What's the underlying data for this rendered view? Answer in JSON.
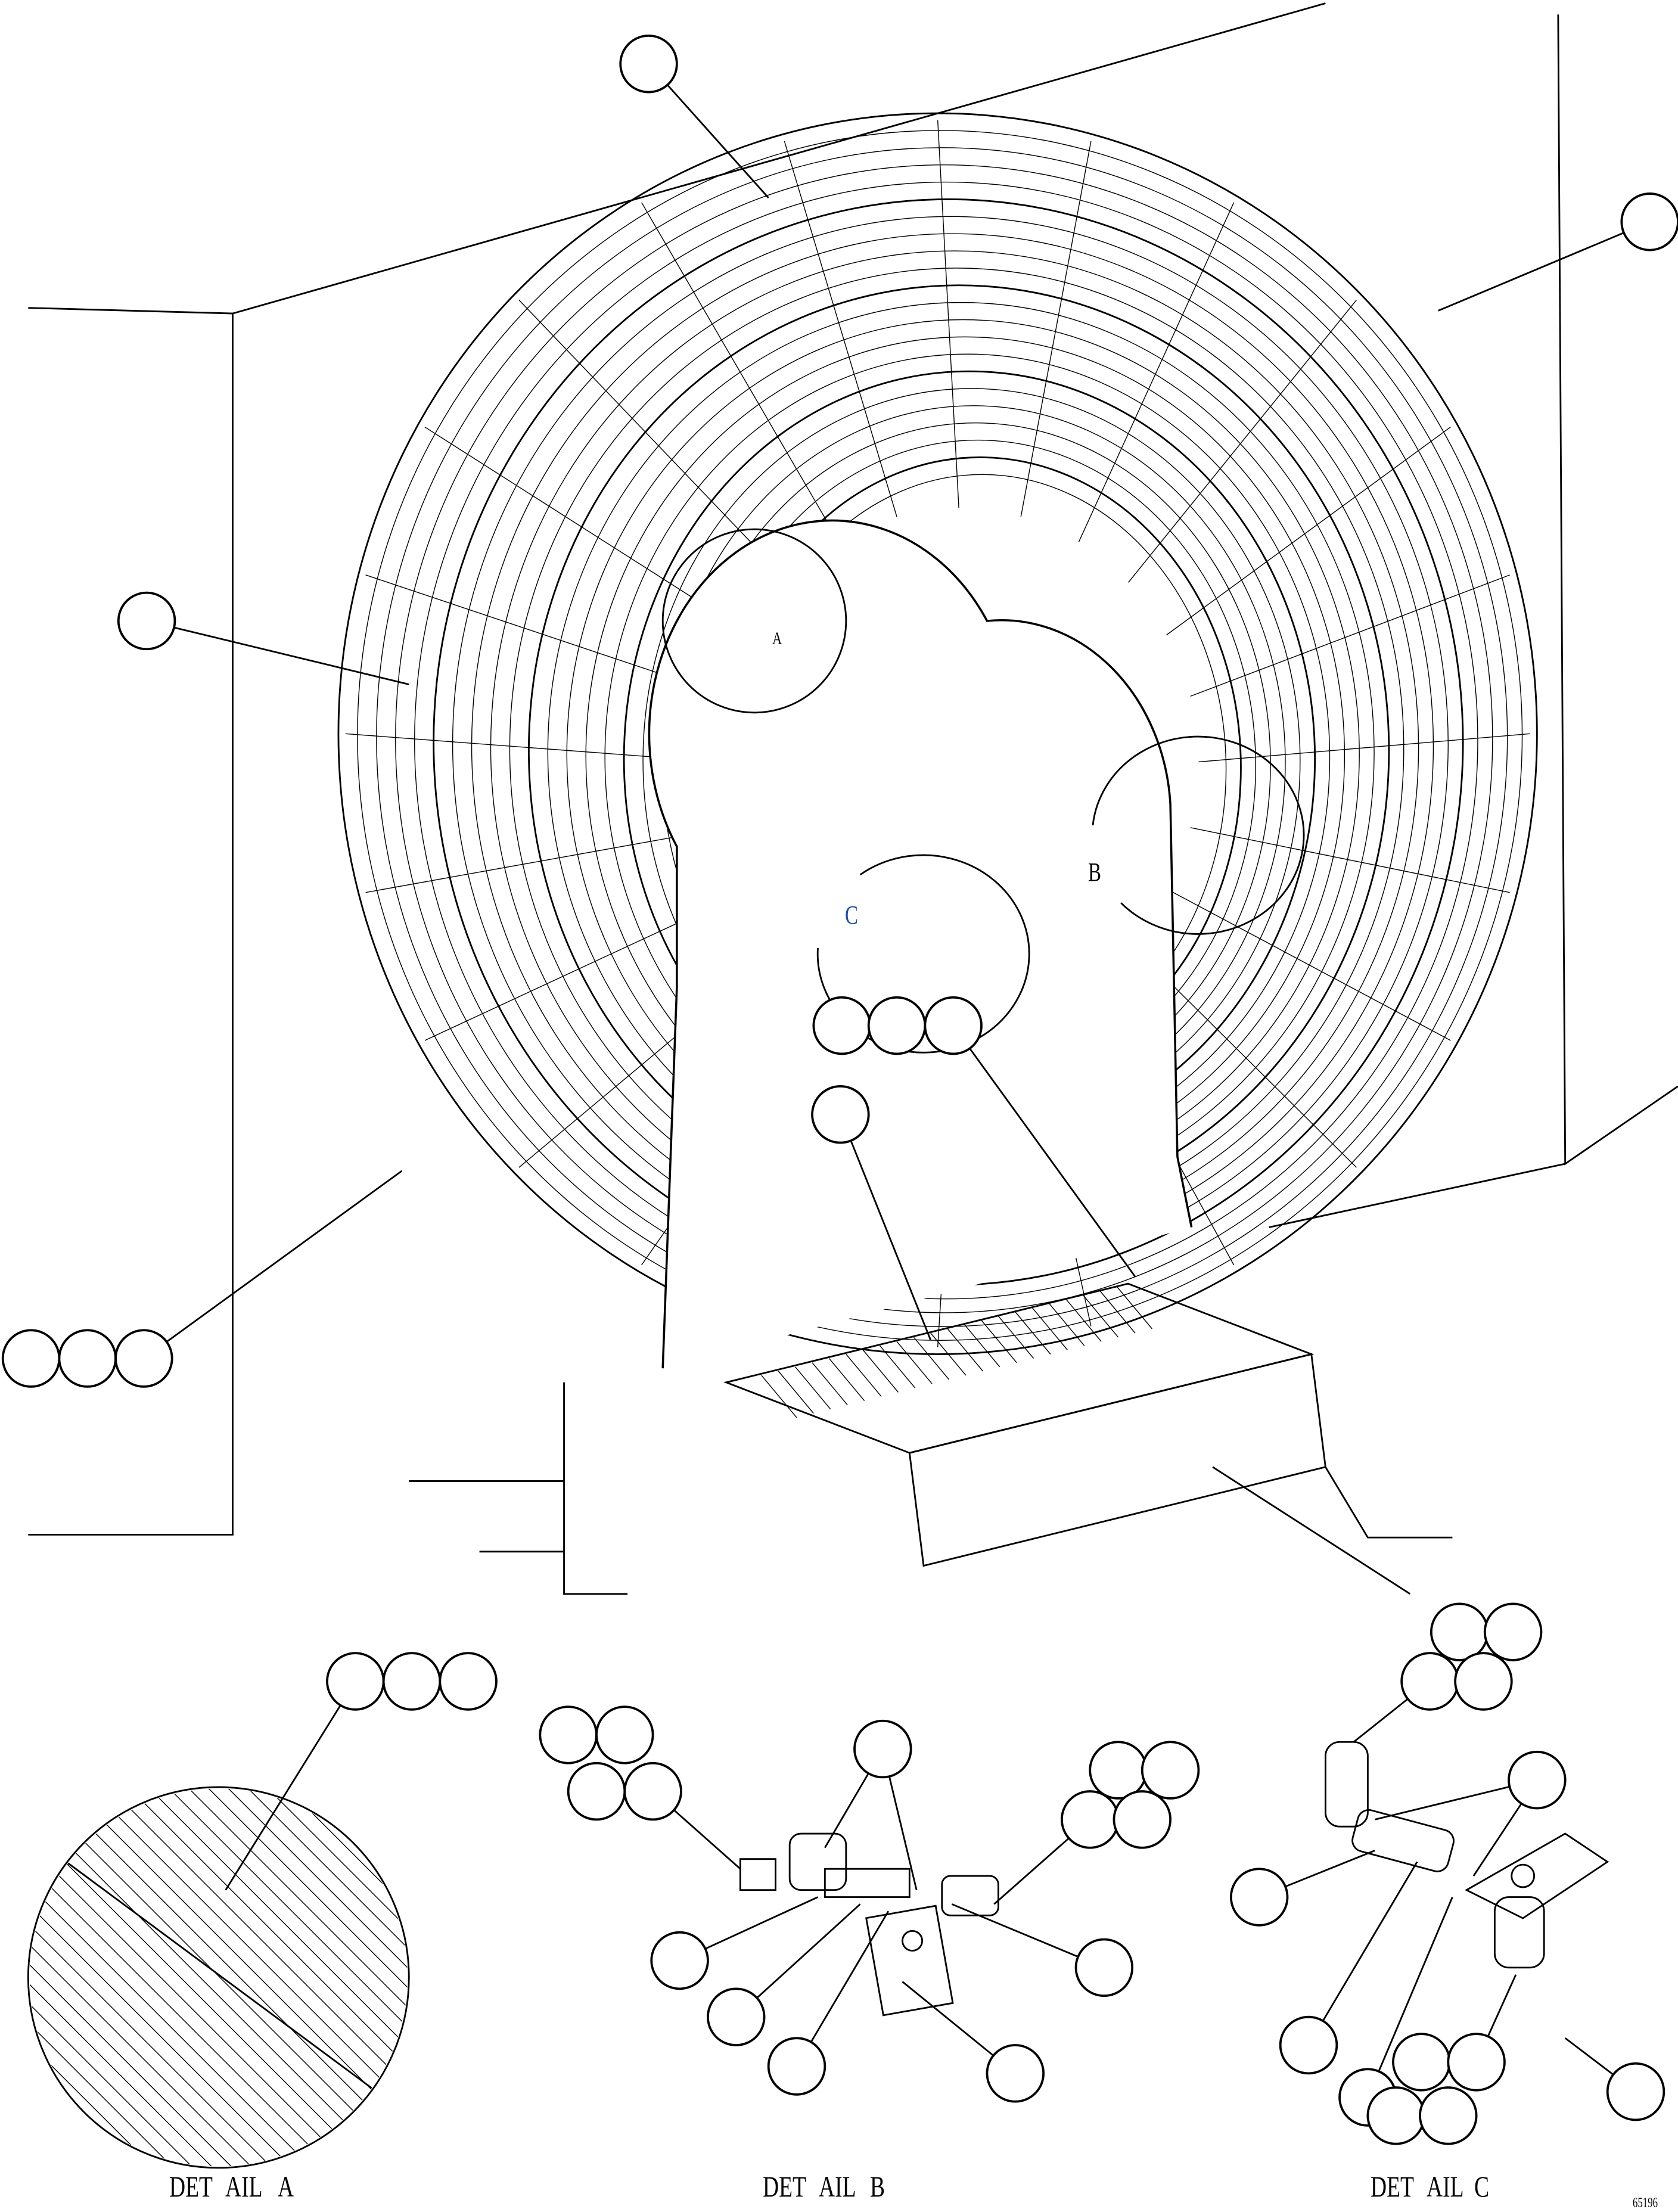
{
  "view_labels": {
    "b": "B",
    "c": "C",
    "a": "A"
  },
  "details": [
    {
      "part1": "DET",
      "part2": "AIL",
      "letter": "A"
    },
    {
      "part1": "DET",
      "part2": "AIL",
      "letter": "B"
    },
    {
      "part1": "DET",
      "part2": "AIL",
      "letter": "C"
    }
  ],
  "figure_number": "65196",
  "colors": {
    "line": "#000000",
    "view_letter_c": "#1f4e9a"
  }
}
